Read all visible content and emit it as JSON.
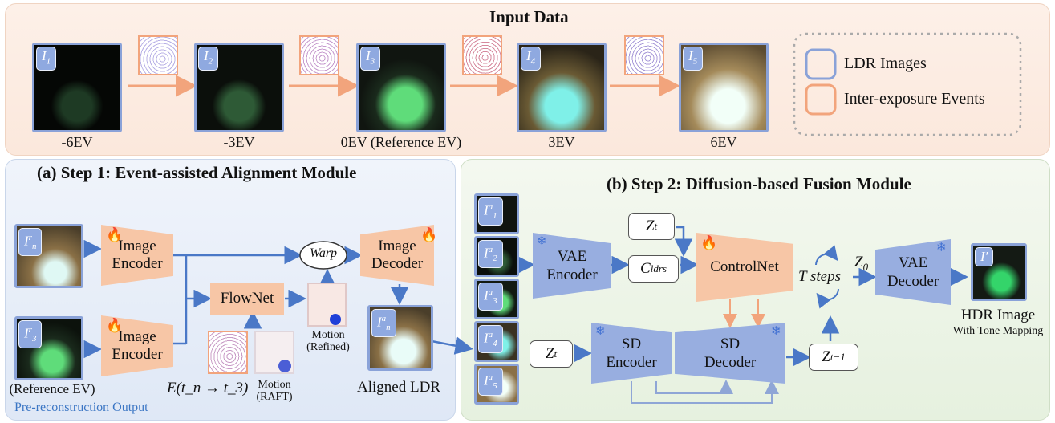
{
  "input": {
    "title": "Input Data",
    "ev_labels": [
      "-6EV",
      "-3EV",
      "0EV (Reference EV)",
      "3EV",
      "6EV"
    ],
    "image_tags": [
      "1",
      "2",
      "3",
      "4",
      "5"
    ],
    "legend": {
      "ldr": "LDR Images",
      "events": "Inter-exposure Events"
    }
  },
  "step1": {
    "title": "(a) Step 1: Event-assisted Alignment Module",
    "image_encoder": "Image\nEncoder",
    "image_decoder": "Image\nDecoder",
    "flownet": "FlowNet",
    "warp": "Warp",
    "motion_refined": "Motion\n(Refined)",
    "motion_raft": "Motion\n(RAFT)",
    "events_label": "E(t_n → t_3)",
    "reference_ev": "(Reference EV)",
    "aligned_ldr": "Aligned LDR",
    "pre_recon": "Pre-reconstruction Output"
  },
  "step2": {
    "title": "(b) Step 2: Diffusion-based Fusion Module",
    "vae_encoder": "VAE\nEncoder",
    "vae_decoder": "VAE\nDecoder",
    "controlnet": "ControlNet",
    "sd_encoder": "SD\nEncoder",
    "sd_decoder": "SD\nDecoder",
    "t_steps": "T steps",
    "hdr_image": "HDR Image",
    "tone_mapping": "With Tone Mapping"
  },
  "colors": {
    "ldr_border": "#8aa2d8",
    "event_border": "#f2a47c",
    "arrow": "#4a78c7",
    "orange_arrow": "#f2a47c"
  },
  "icons": {
    "frozen": "snowflake-icon",
    "trainable": "flame-icon"
  }
}
